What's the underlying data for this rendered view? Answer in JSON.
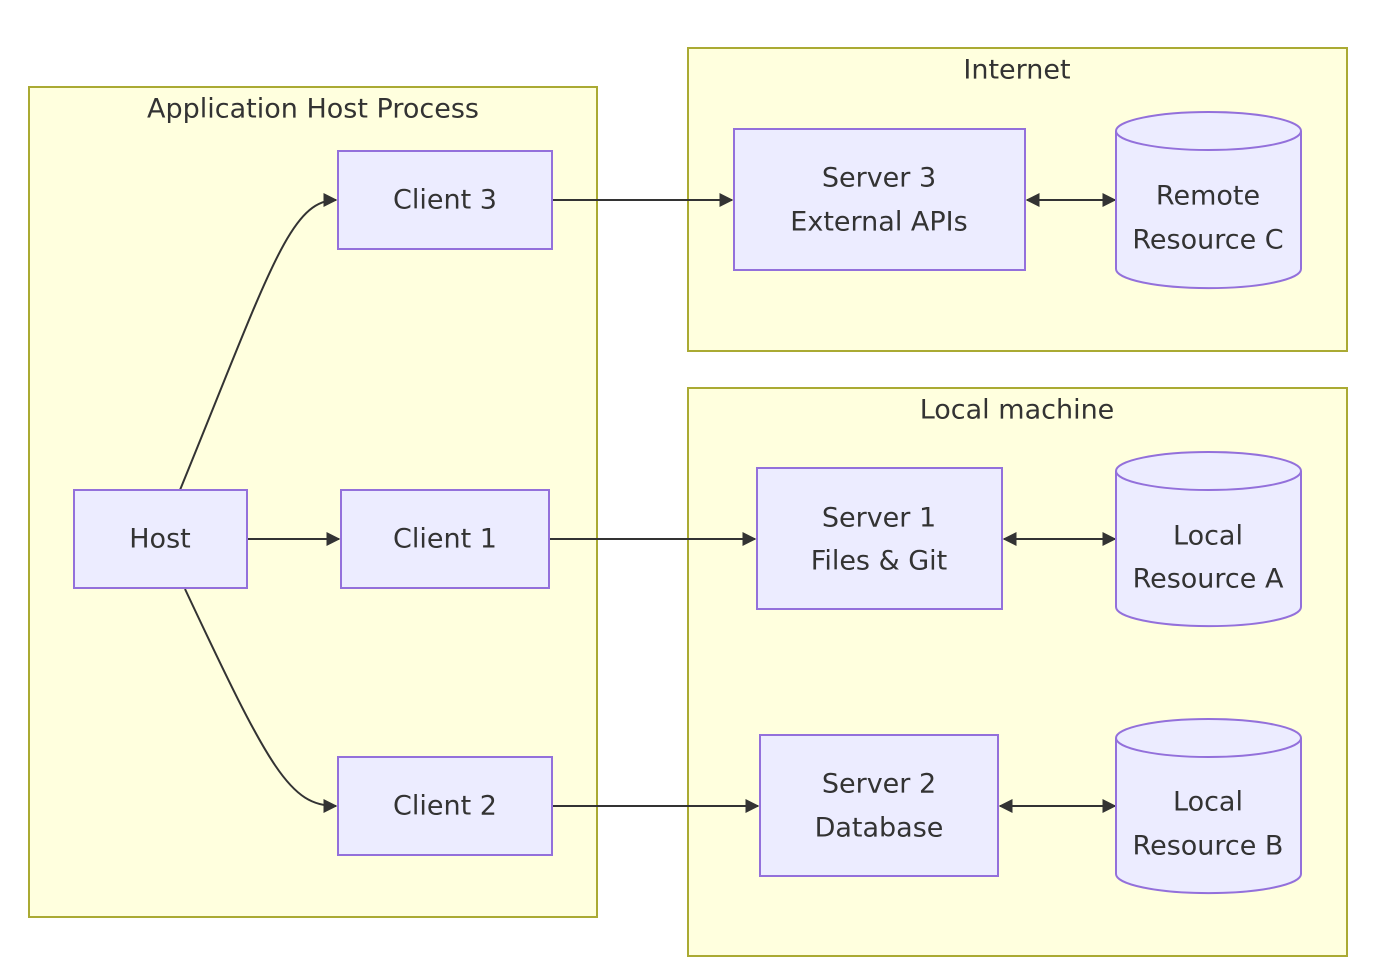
{
  "groups": {
    "host_process": "Application Host Process",
    "internet": "Internet",
    "local_machine": "Local machine"
  },
  "nodes": {
    "host": "Host",
    "client1": "Client 1",
    "client2": "Client 2",
    "client3": "Client 3",
    "server1": [
      "Server 1",
      "Files & Git"
    ],
    "server2": [
      "Server 2",
      "Database"
    ],
    "server3": [
      "Server 3",
      "External APIs"
    ],
    "resource_a": [
      "Local",
      "Resource A"
    ],
    "resource_b": [
      "Local",
      "Resource B"
    ],
    "resource_c": [
      "Remote",
      "Resource C"
    ]
  },
  "colors": {
    "group_fill": "#ffffde",
    "group_stroke": "#aaaa33",
    "node_fill": "#ececff",
    "node_stroke": "#9370db",
    "edge": "#333333"
  }
}
